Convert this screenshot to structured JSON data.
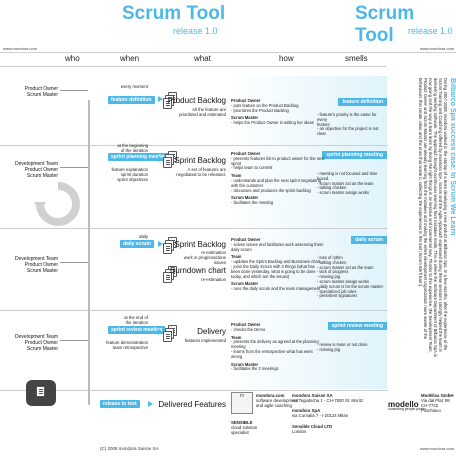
{
  "header": {
    "title_left": "Scrum Tool",
    "release_left": "release 1.0",
    "title_right": "Scrum Tool",
    "release_right": "release 1.0",
    "site_left": "www.mondora.com",
    "site_right": "www.mondora.com"
  },
  "columns": [
    "who",
    "when",
    "what",
    "how",
    "smells"
  ],
  "rows": [
    {
      "roles": [
        "Product Owner",
        "Scrum Master"
      ],
      "when": "every moment",
      "pill": "feature definition",
      "artifact": "Product Backlog",
      "artdesc": [
        "All the feature are",
        "prioritized and estimated"
      ],
      "band": "feature definition",
      "how": [
        {
          "head": "Product Owner"
        },
        {
          "text": "- puts feature on the Product Backlog"
        },
        {
          "text": "- prioritizes the Product Backlog"
        },
        {
          "head": "Scrum Master"
        },
        {
          "text": "- helps the Product Owner in writing her ideas"
        }
      ],
      "smells": [
        "- feature's priority is the same for every",
        "feature",
        "- an objective for the project is not clear."
      ]
    },
    {
      "roles": [
        "Development Team",
        "Product Owner",
        "Scrum Master"
      ],
      "when": [
        "at the beginning",
        "of the iteration"
      ],
      "pill": "sprint planning meeting",
      "extra": [
        "feature explanation",
        "sprint duration",
        "sprint objectives"
      ],
      "artifact": "Sprint Backlog",
      "artdesc": [
        "A set of features are",
        "negotiated to be released."
      ],
      "band": "sprint planning meeting",
      "how": [
        {
          "head": "Product Owner"
        },
        {
          "text": "- presents features list to product owner for the next"
        },
        {
          "text": "sprint"
        },
        {
          "text": "- helps team to commit"
        },
        {
          "head": "Team"
        },
        {
          "text": "- understands and plan the next sprint negotiating"
        },
        {
          "text": "with the customer"
        },
        {
          "text": "- discusses and produces the sprint backlog"
        },
        {
          "head": "Scrum Master"
        },
        {
          "text": "- facilitates the meeting"
        }
      ],
      "smells": [
        "- meeting is not focused and time",
        "boxed.",
        "- scrum master act as the team",
        "- talking chicken",
        "- scrum master assign works"
      ]
    },
    {
      "roles": [
        "Development Team",
        "Product Owner",
        "Scrum Master"
      ],
      "when": "daily",
      "pill": "daily scrum",
      "artifact": "Sprint Backlog",
      "artdesc": [
        "re-estimation",
        "work in progress/done",
        "issues"
      ],
      "artifact2": "Burndown chart",
      "artdesc2": "re-estimation",
      "band": "daily scrum",
      "how": [
        {
          "head": "Product Owner"
        },
        {
          "text": "- solves issues and facilitates work assessing them"
        },
        {
          "text": "daily scrum"
        },
        {
          "head": "Team"
        },
        {
          "text": "- updates the Sprint Backlog and Burndown chart"
        },
        {
          "text": "- joins the Daily Scrum with 3 things (what has"
        },
        {
          "text": "been done yesterday, what is going to be done"
        },
        {
          "text": "today, and which are the issues)"
        },
        {
          "head": "Scrum Master"
        },
        {
          "text": "- runs the daily scrum and the team management"
        }
      ],
      "smells": [
        "- loss of rythm",
        "- talking chicken",
        "- scrum master act as the team",
        "- lack of progress",
        "- missing pig",
        "- scrum master assign works",
        "- daily scrum is for the scrum master",
        "- specialized job roles",
        "- persistent signatures"
      ]
    },
    {
      "roles": [
        "Development Team",
        "Product Owner",
        "Scrum Master"
      ],
      "when": [
        "at the end of",
        "the iteration"
      ],
      "pill": "sprint review meeting",
      "extra": [
        "feature demonstration",
        "team retrospective"
      ],
      "artifact": "Delivery",
      "artdesc": [
        "features implemented"
      ],
      "band": "sprint review meeting",
      "how": [
        {
          "head": "Product Owner"
        },
        {
          "text": "- checks the Demo"
        },
        {
          "head": "Team"
        },
        {
          "text": "- presents the delivery as agreed at the planning"
        },
        {
          "text": "meeting"
        },
        {
          "text": "- learns from the retrospective what has went"
        },
        {
          "text": "wrong"
        },
        {
          "head": "Scrum Master"
        },
        {
          "text": "- facilitates the 2 meetings"
        }
      ],
      "smells": [
        "- review is mute or not done",
        "- missing pig"
      ]
    }
  ],
  "final": {
    "pill": "release to test",
    "artifact": "Delivered Features",
    "copyright": "(C) 2008 mondora Suisse SA"
  },
  "vertical": {
    "heading": "Bilbarco Spa success case: In Scrum We Learn",
    "body": "During 2007-2008, mondora worked in the startup of a team developing a new product at Bilbarco Spa. In a few months, after the experience of the Scrum Training and Coaching offered by mondora SpA, Scrum and the Agile Approach expressed during these sessions strongly helped the team in delivering working software. The approach brought continuous learning from mistakes made. This is where the Software Department of Bilbarco SpA is now going and the way a team learn by doing the right things in an iterative and incremental way. Thanks to this experience, the Development Team, Product Owner and Scrum Master are already learning from the mistakes and making the entire development organization more aware of the behaviours that create value and the ones that waste it, collecting the experiences in this tool (Scrum We'll Earn)."
  },
  "footer": {
    "mondora_com": [
      "mondora.com",
      "software development",
      "and agile coaching"
    ],
    "mondora_suisse": [
      "mondora Suisse SA",
      "via Tegiatscha 1 - CH-7500 St. Moritz"
    ],
    "mondora_spa": [
      "mondora SpA",
      "via Cornalia 7 - I-20124 Milan"
    ],
    "sensible_tag": [
      "SENSIBLE",
      "cloud solution",
      "specialist"
    ],
    "sensible_ltd": [
      "Sensible Cloud LTD",
      "London"
    ],
    "modello": [
      "modello",
      "consulting people power"
    ],
    "modello_gmbh": [
      "Modélisa GmbH",
      "Via dal Plaz 98",
      "CH-7742",
      "Poschiavo"
    ],
    "site": "www.mondora.com"
  },
  "colors": {
    "accent": "#4db8e8",
    "band_light": "#dff3fb"
  }
}
